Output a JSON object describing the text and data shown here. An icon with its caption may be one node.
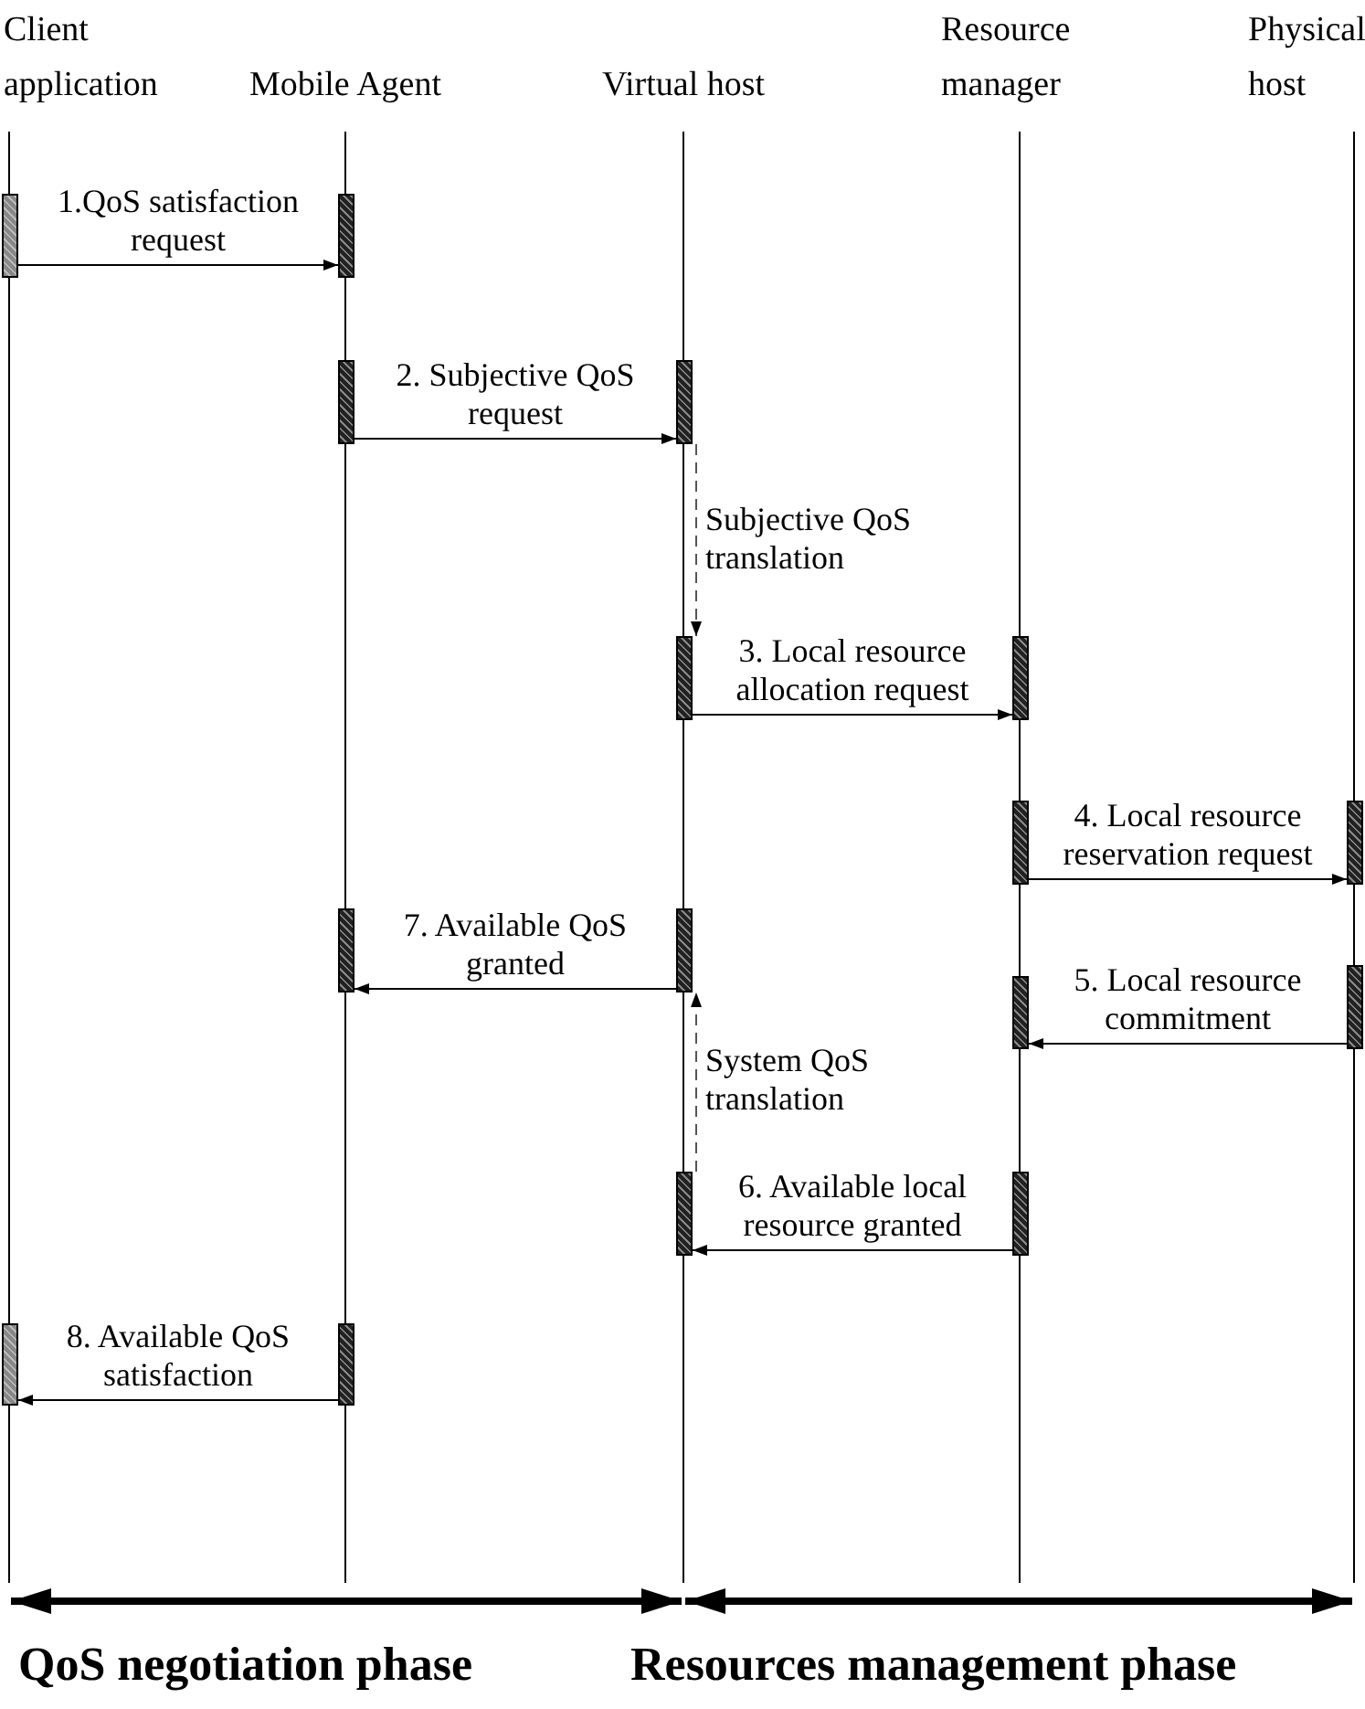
{
  "diagram": {
    "nodes": [
      {
        "text": [
          "Client application"
        ]
      },
      {
        "text": [
          "Mobile Agent"
        ]
      },
      {
        "text": [
          "Virtual host"
        ]
      },
      {
        "text": [
          "Resource manager"
        ]
      },
      {
        "text": [
          "Physical host"
        ]
      },
      {
        "text": [],
        "shape": "bar"
      },
      {
        "text": [],
        "shape": "bar"
      },
      {
        "text": [],
        "shape": "bar"
      },
      {
        "text": [],
        "shape": "bar"
      },
      {
        "text": [],
        "shape": "bar"
      },
      {
        "text": [],
        "shape": "bar"
      },
      {
        "text": [],
        "shape": "bar"
      },
      {
        "text": [],
        "shape": "bar"
      },
      {
        "text": [],
        "shape": "bar"
      },
      {
        "text": [],
        "shape": "bar"
      },
      {
        "text": [],
        "shape": "bar"
      },
      {
        "text": [],
        "shape": "bar"
      },
      {
        "text": [],
        "shape": "bar"
      },
      {
        "text": [],
        "shape": "bar"
      },
      {
        "text": [],
        "shape": "bar"
      },
      {
        "text": [],
        "shape": "bar"
      }
    ],
    "edges": [
      {
        "from": 5,
        "to": 6,
        "arrow": "to",
        "label": "1.QoS satisfaction request"
      },
      {
        "from": 7,
        "to": 8,
        "arrow": "to",
        "label": "2. Subjective QoS request"
      },
      {
        "from": 8,
        "to": 9,
        "arrow": "to",
        "label": "Subjective QoS translation",
        "style": "dashed"
      },
      {
        "from": 9,
        "to": 10,
        "arrow": "to",
        "label": "3. Local resource allocation request"
      },
      {
        "from": 11,
        "to": 12,
        "arrow": "to",
        "label": "4. Local resource reservation request"
      },
      {
        "from": 15,
        "to": 16,
        "arrow": "to",
        "label": "5. Local resource commitment"
      },
      {
        "from": 18,
        "to": 17,
        "arrow": "to",
        "label": "6. Available local resource granted"
      },
      {
        "from": 17,
        "to": 14,
        "arrow": "to",
        "label": "System QoS translation",
        "style": "dashed"
      },
      {
        "from": 14,
        "to": 13,
        "arrow": "to",
        "label": "7. Available QoS granted"
      },
      {
        "from": 20,
        "to": 19,
        "arrow": "to",
        "label": "8. Available QoS satisfaction"
      }
    ],
    "labels": [
      "QoS negotiation phase",
      "Resources management phase"
    ]
  }
}
